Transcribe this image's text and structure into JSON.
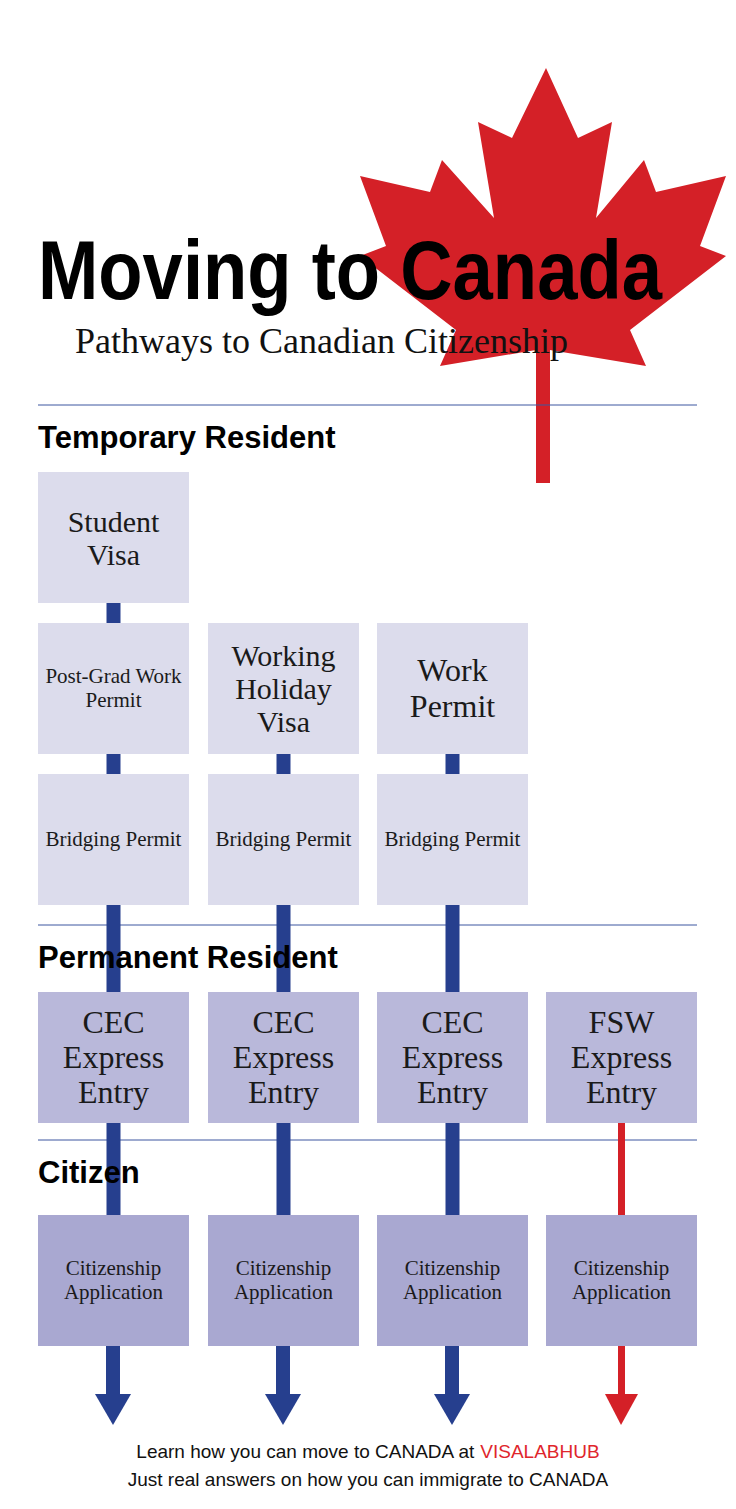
{
  "diagram": {
    "title": "Moving to Canada",
    "nodes": [
      {
        "text": [
          "Student Visa"
        ]
      },
      {
        "text": [
          "Post-Grad Work Permit"
        ]
      },
      {
        "text": [
          "Working Holiday Visa"
        ]
      },
      {
        "text": [
          "Work Permit"
        ]
      },
      {
        "text": [
          "Bridging Permit"
        ]
      },
      {
        "text": [
          "Bridging Permit"
        ]
      },
      {
        "text": [
          "Bridging Permit"
        ]
      },
      {
        "text": [
          "CEC Express Entry"
        ]
      },
      {
        "text": [
          "CEC Express Entry"
        ]
      },
      {
        "text": [
          "CEC Express Entry"
        ]
      },
      {
        "text": [
          "FSW Express Entry"
        ]
      },
      {
        "text": [
          "Citizenship Application"
        ]
      },
      {
        "text": [
          "Citizenship Application"
        ]
      },
      {
        "text": [
          "Citizenship Application"
        ]
      },
      {
        "text": [
          "Citizenship Application"
        ]
      }
    ],
    "edges": [
      {
        "from": 0,
        "to": 1,
        "arrow": "none"
      },
      {
        "from": 1,
        "to": 4,
        "arrow": "none"
      },
      {
        "from": 2,
        "to": 5,
        "arrow": "none"
      },
      {
        "from": 3,
        "to": 6,
        "arrow": "none"
      },
      {
        "from": 4,
        "to": 7,
        "arrow": "none"
      },
      {
        "from": 5,
        "to": 8,
        "arrow": "none"
      },
      {
        "from": 6,
        "to": 9,
        "arrow": "none"
      },
      {
        "from": 7,
        "to": 11,
        "arrow": "none"
      },
      {
        "from": 8,
        "to": 12,
        "arrow": "none"
      },
      {
        "from": 9,
        "to": 13,
        "arrow": "none"
      },
      {
        "from": 10,
        "to": 14,
        "arrow": "none"
      }
    ],
    "labels": [
      "Pathways to Canadian Citizenship",
      "Temporary Resident",
      "Permanent Resident",
      "Citizen",
      "Learn how you can move to CANADA at",
      "VISALABHUB",
      "Just real answers on how you can immigrate to CANADA"
    ]
  }
}
